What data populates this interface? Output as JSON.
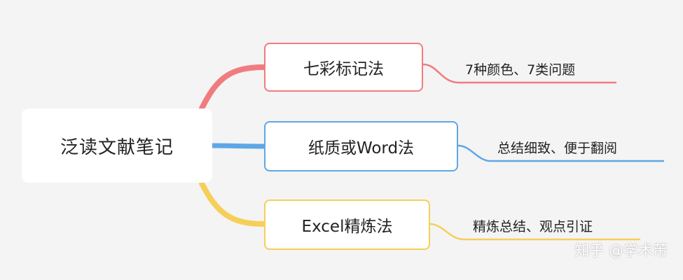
{
  "root": {
    "label": "泛读文献笔记"
  },
  "branches": [
    {
      "label": "七彩标记法",
      "note": "7种颜色、7类问题",
      "color": "#f07c80"
    },
    {
      "label": "纸质或Word法",
      "note": "总结细致、便于翻阅",
      "color": "#5ea7e6"
    },
    {
      "label": "Excel精炼法",
      "note": "精炼总结、观点引证",
      "color": "#f6cf5a"
    }
  ],
  "watermark": "知乎 @学术芾"
}
